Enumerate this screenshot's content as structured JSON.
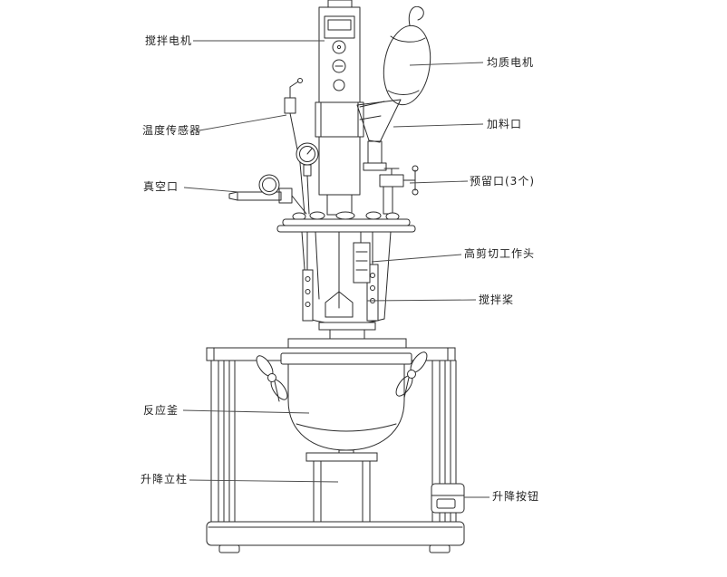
{
  "labels": {
    "stirring_motor": "搅拌电机",
    "homogenizing_motor": "均质电机",
    "temperature_sensor": "温度传感器",
    "feeding_port": "加料口",
    "vacuum_port": "真空口",
    "reserved_ports": "预留口(3个)",
    "high_shear_head": "高剪切工作头",
    "stirring_paddle": "搅拌桨",
    "reaction_kettle": "反应釜",
    "lifting_column": "升降立柱",
    "lifting_button": "升降按钮"
  },
  "colors": {
    "line": "#2b2b2b",
    "leader": "#4a4a4a",
    "background": "#ffffff"
  }
}
